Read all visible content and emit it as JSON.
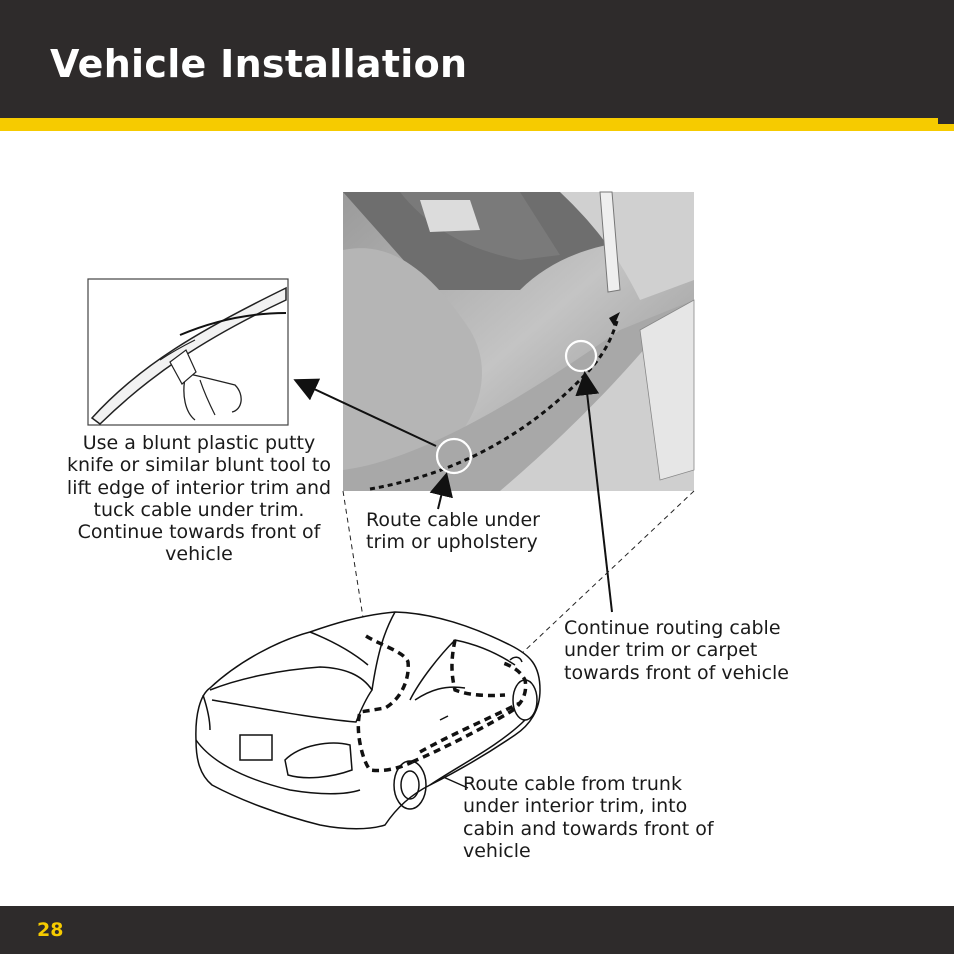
{
  "header": {
    "title": "Vehicle Installation",
    "accent_color": "#f6cb00",
    "bar_color": "#2e2b2b"
  },
  "callouts": {
    "putty_knife": "Use a blunt plastic putty knife or similar blunt tool to lift edge of interior trim and tuck cable under trim. Continue towards front of vehicle",
    "route_under_trim": "Route cable under trim or upholstery",
    "continue_routing": "Continue routing cable under trim or carpet towards front of vehicle",
    "route_from_trunk": "Route cable from trunk under interior trim, into cabin and towards front of vehicle"
  },
  "footer": {
    "page_number": "28"
  },
  "illustrations": {
    "detail_icon": "hand-tucking-cable-icon",
    "interior_icon": "car-interior-floor-photo",
    "car_icon": "sedan-rear-view-icon"
  }
}
